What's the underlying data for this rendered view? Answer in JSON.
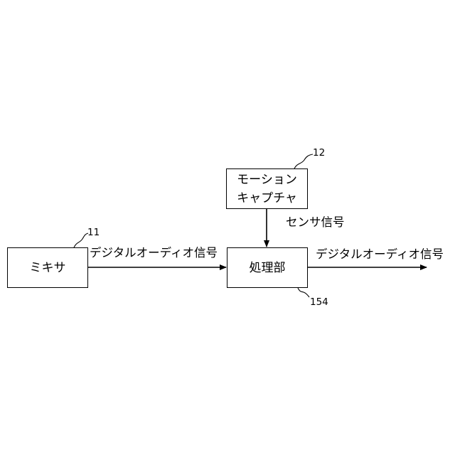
{
  "blocks": {
    "mixer": {
      "label": "ミキサ",
      "ref": "11"
    },
    "motion_capture": {
      "line1": "モーション",
      "line2": "キャプチャ",
      "ref": "12"
    },
    "processing": {
      "label": "処理部",
      "ref": "154"
    }
  },
  "signals": {
    "audio_in": "デジタルオーディオ信号",
    "sensor": "センサ信号",
    "audio_out": "デジタルオーディオ信号"
  }
}
